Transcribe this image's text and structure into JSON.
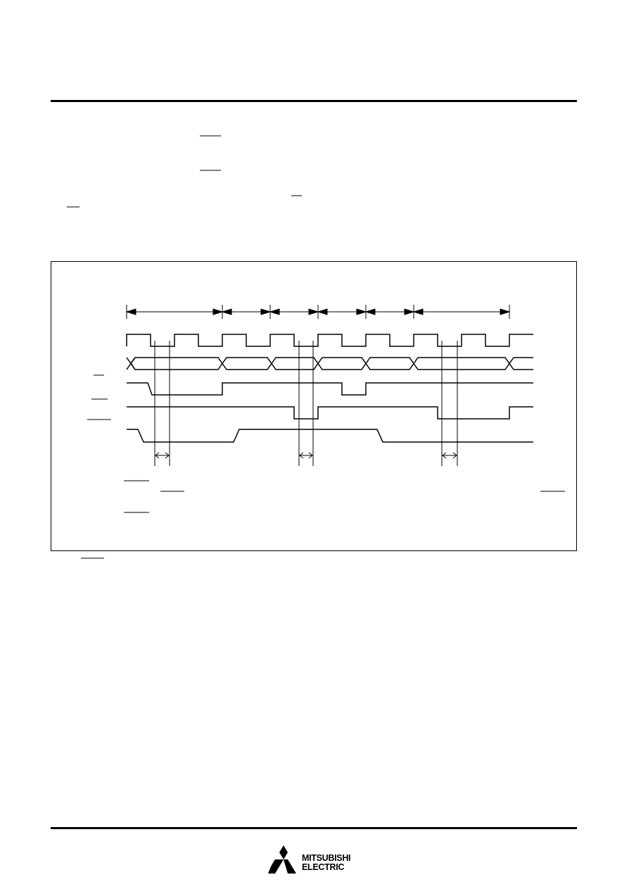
{
  "footer": {
    "brand_line1": "MITSUBISHI",
    "brand_line2": "ELECTRIC",
    "logo_icon": "three-diamonds-icon"
  },
  "timing_diagram": {
    "signal_count": 5,
    "interval_markers": 7,
    "setup_hold_markers": 3
  }
}
